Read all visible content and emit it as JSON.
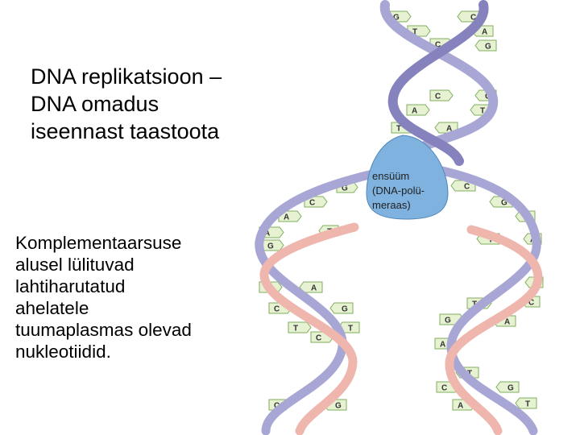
{
  "title_lines": [
    "DNA replikatsioon –",
    "DNA omadus",
    "iseennast taastoota"
  ],
  "body_lines": [
    "Komplementaarsuse",
    "alusel lülituvad",
    "lahtiharutatud",
    "ahelatele",
    "tuumaplasmas olevad",
    "nukleotiidid."
  ],
  "enzyme_label_lines": [
    "ensüüm",
    "(DNA-polü-",
    "meraas)"
  ],
  "colors": {
    "backbone_purple": "#a8a6d4",
    "backbone_purple_dark": "#8582bd",
    "backbone_pink": "#efb6ae",
    "enzyme_blue": "#7fb2df",
    "base_green": "#e6f2d2",
    "base_green_stroke": "#7fae5e"
  },
  "bases": [
    {
      "letter": "G"
    },
    {
      "letter": "C"
    },
    {
      "letter": "T"
    },
    {
      "letter": "A"
    },
    {
      "letter": "C"
    },
    {
      "letter": "G"
    },
    {
      "letter": "C"
    },
    {
      "letter": "G"
    },
    {
      "letter": "A"
    },
    {
      "letter": "T"
    },
    {
      "letter": "T"
    },
    {
      "letter": "A"
    },
    {
      "letter": "G"
    },
    {
      "letter": "C"
    },
    {
      "letter": "C"
    },
    {
      "letter": "G"
    },
    {
      "letter": "A"
    },
    {
      "letter": "T"
    },
    {
      "letter": "A"
    },
    {
      "letter": "T"
    },
    {
      "letter": "G"
    },
    {
      "letter": "T"
    },
    {
      "letter": "A"
    },
    {
      "letter": "T"
    },
    {
      "letter": "A"
    },
    {
      "letter": "C"
    },
    {
      "letter": "G"
    },
    {
      "letter": "A"
    },
    {
      "letter": "T"
    },
    {
      "letter": "C"
    },
    {
      "letter": "C"
    },
    {
      "letter": "G"
    },
    {
      "letter": "A"
    },
    {
      "letter": "T"
    },
    {
      "letter": "T"
    },
    {
      "letter": "A"
    },
    {
      "letter": "T"
    },
    {
      "letter": "C"
    },
    {
      "letter": "G"
    },
    {
      "letter": "C"
    },
    {
      "letter": "G"
    },
    {
      "letter": "A"
    },
    {
      "letter": "T"
    }
  ]
}
